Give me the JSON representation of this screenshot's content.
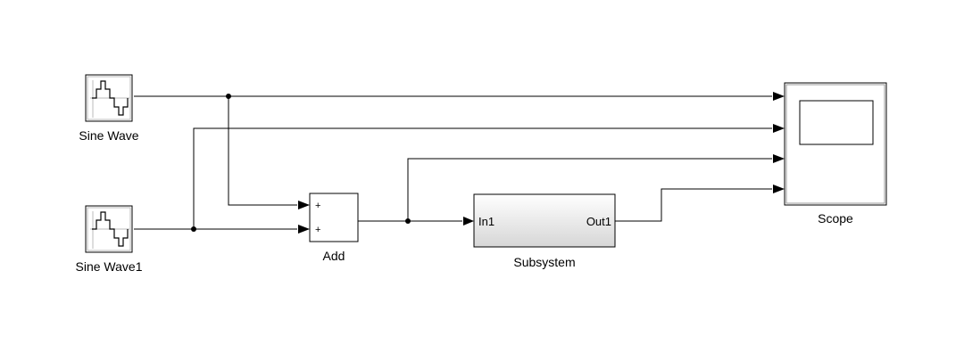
{
  "blocks": {
    "sine_wave": {
      "label": "Sine Wave"
    },
    "sine_wave1": {
      "label": "Sine Wave1"
    },
    "add": {
      "label": "Add",
      "input_signs": [
        "+",
        "+"
      ]
    },
    "subsystem": {
      "label": "Subsystem",
      "in_port": "In1",
      "out_port": "Out1"
    },
    "scope": {
      "label": "Scope"
    }
  },
  "colors": {
    "line": "#000000",
    "block_border": "#000000",
    "subsystem_fill_top": "#ffffff",
    "subsystem_fill_bottom": "#d9d9d9"
  }
}
